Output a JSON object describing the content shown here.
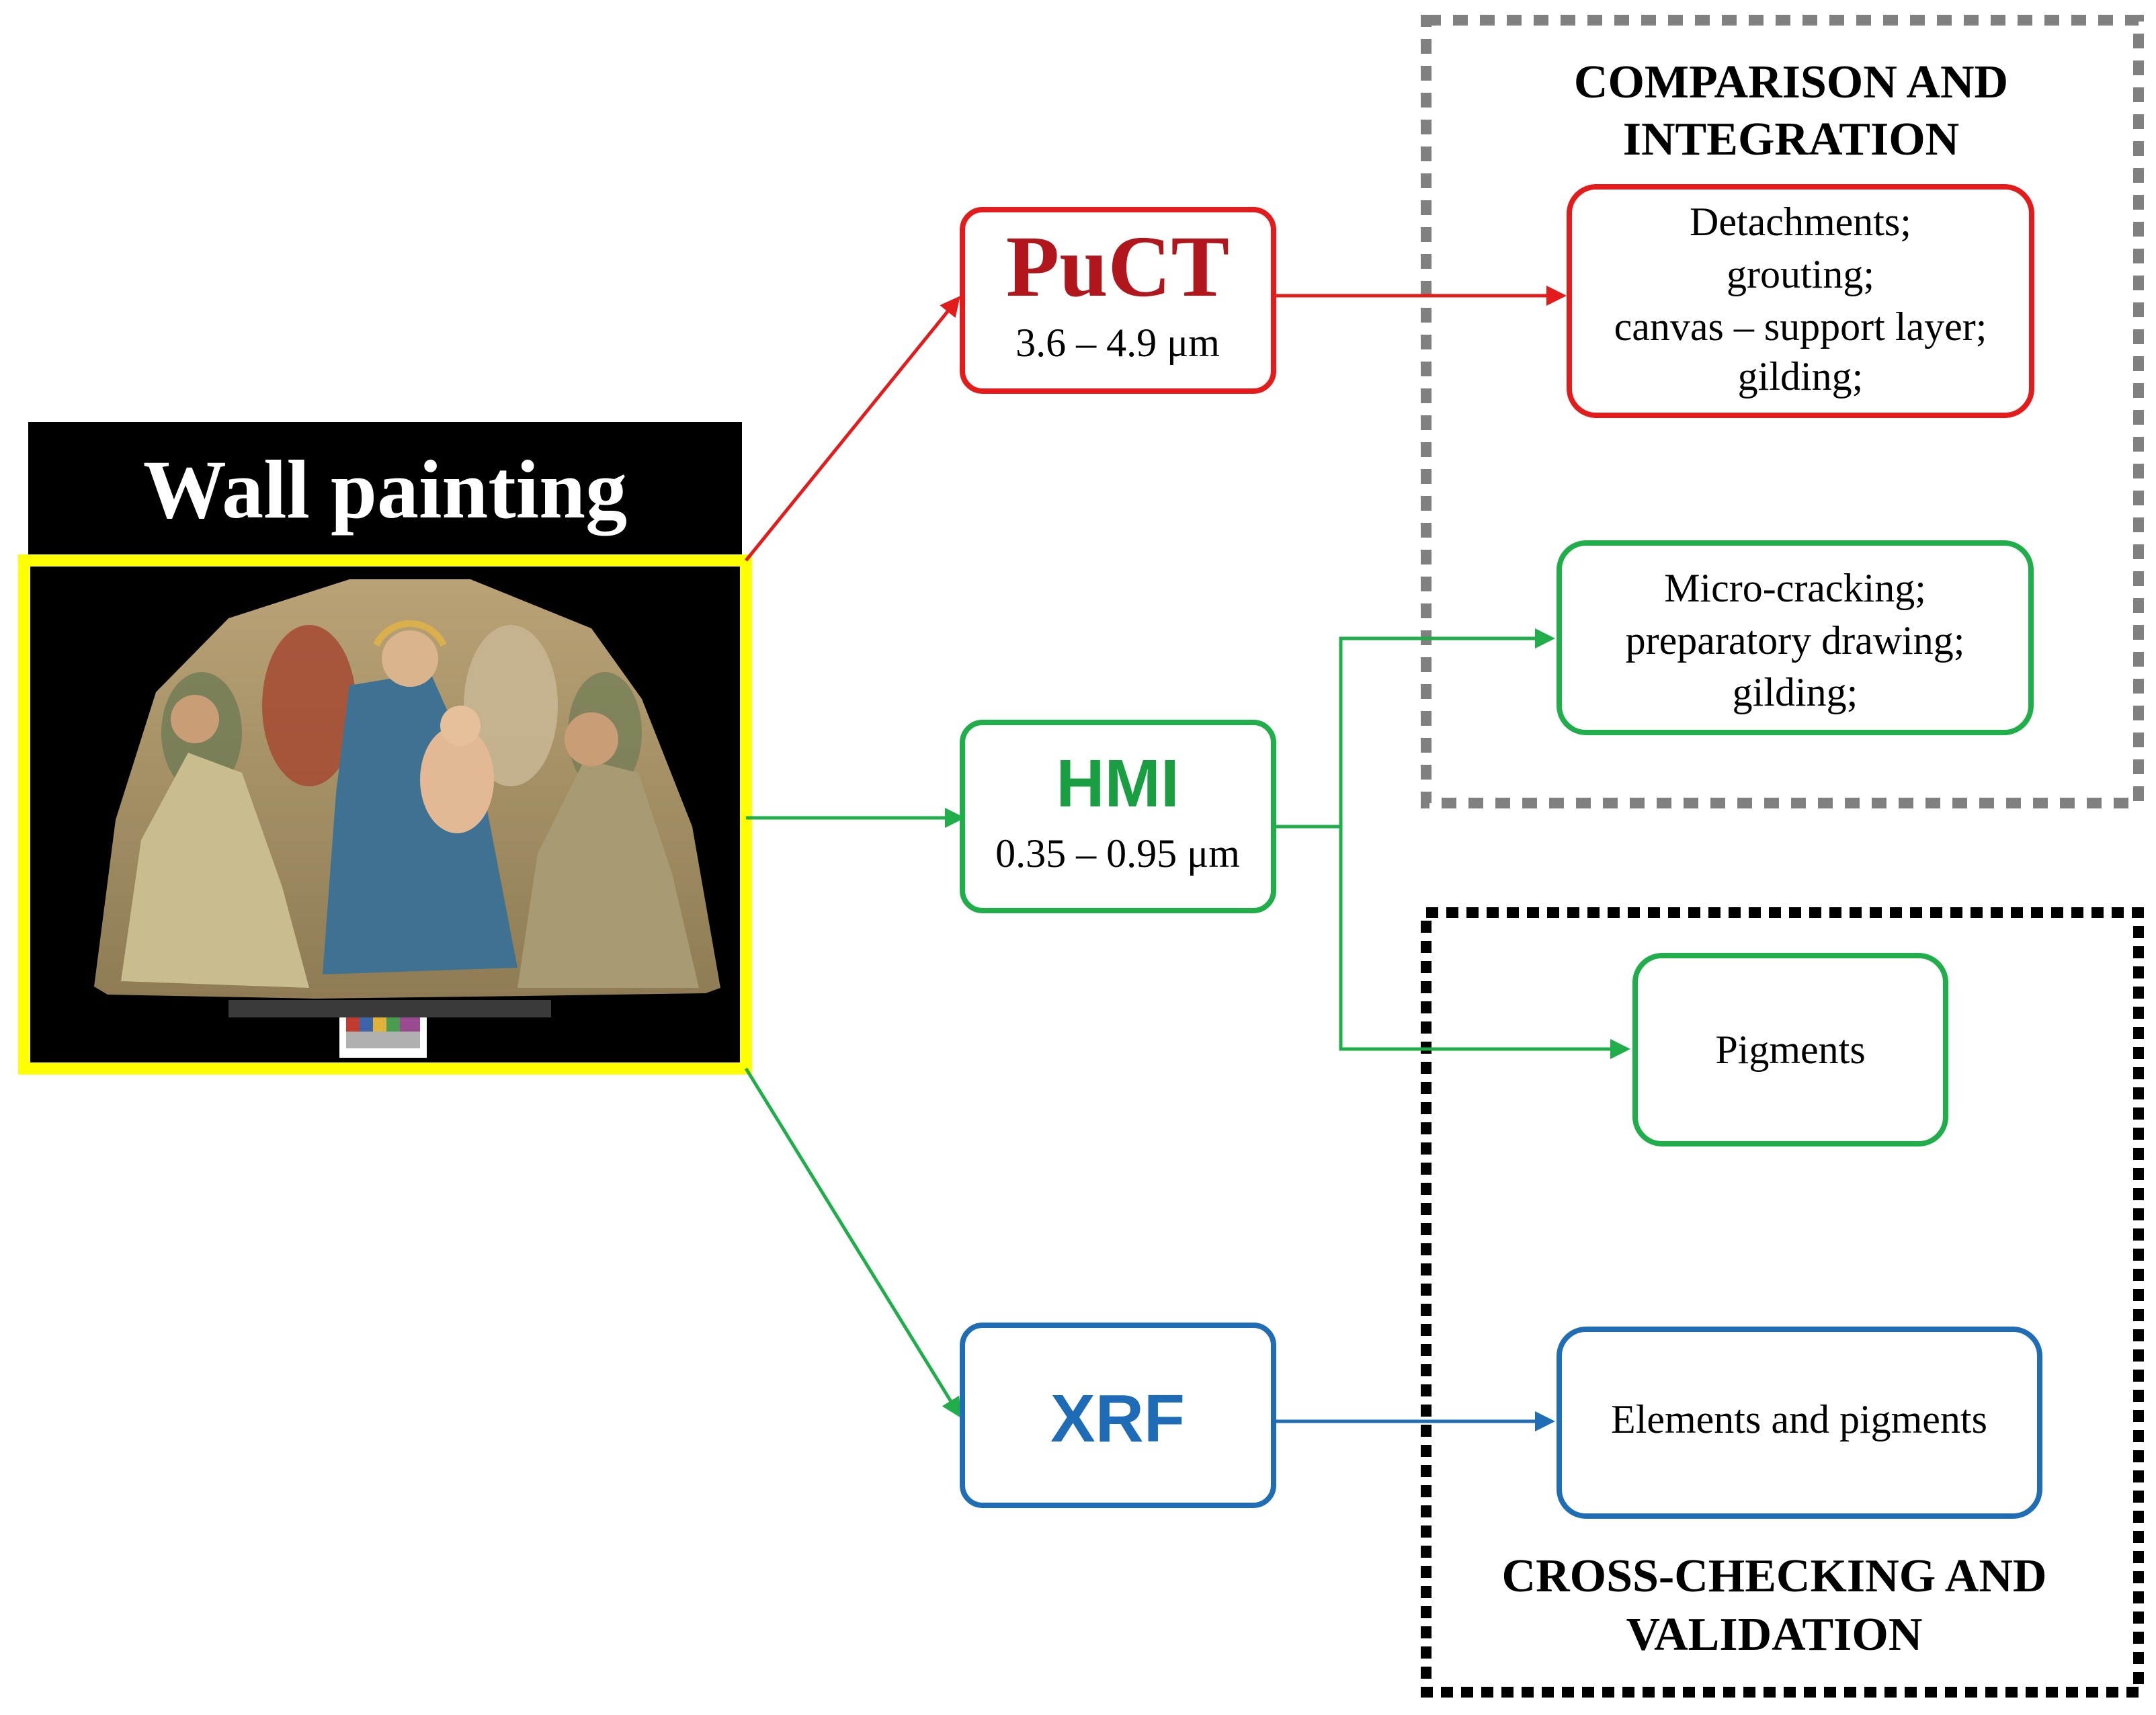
{
  "source_node": {
    "title": "Wall painting",
    "image_description": "wall-painting-photo",
    "frame_color": "#ffff00",
    "title_background": "#000000"
  },
  "methods": {
    "pucet": {
      "label": "PuCT",
      "range": "3.6 – 4.9 μm",
      "color": "#e31b1b",
      "label_color": "#b0161c"
    },
    "hmi": {
      "label": "HMI",
      "range": "0.35 – 0.95 μm",
      "color": "#1fae4a",
      "label_color": "#1a9e42"
    },
    "xrf": {
      "label": "XRF",
      "range": "",
      "color": "#1f6db5",
      "label_color": "#1e6cb8"
    }
  },
  "groups": {
    "comparison": {
      "title_line1": "COMPARISON AND",
      "title_line2": "INTEGRATION",
      "border_color": "#808080"
    },
    "validation": {
      "title_line1": "CROSS-CHECKING AND",
      "title_line2": "VALIDATION",
      "border_color": "#000000"
    }
  },
  "results": {
    "pucet_result": {
      "lines": [
        "Detachments;",
        "grouting;",
        "canvas – support layer;",
        "gilding;"
      ]
    },
    "hmi_result": {
      "lines": [
        "Micro-cracking;",
        "preparatory drawing;",
        "gilding;"
      ]
    },
    "pigments": {
      "lines": [
        "Pigments"
      ]
    },
    "xrf_result": {
      "lines": [
        "Elements and pigments"
      ]
    }
  },
  "colors": {
    "black": "#000000",
    "white": "#ffffff"
  }
}
